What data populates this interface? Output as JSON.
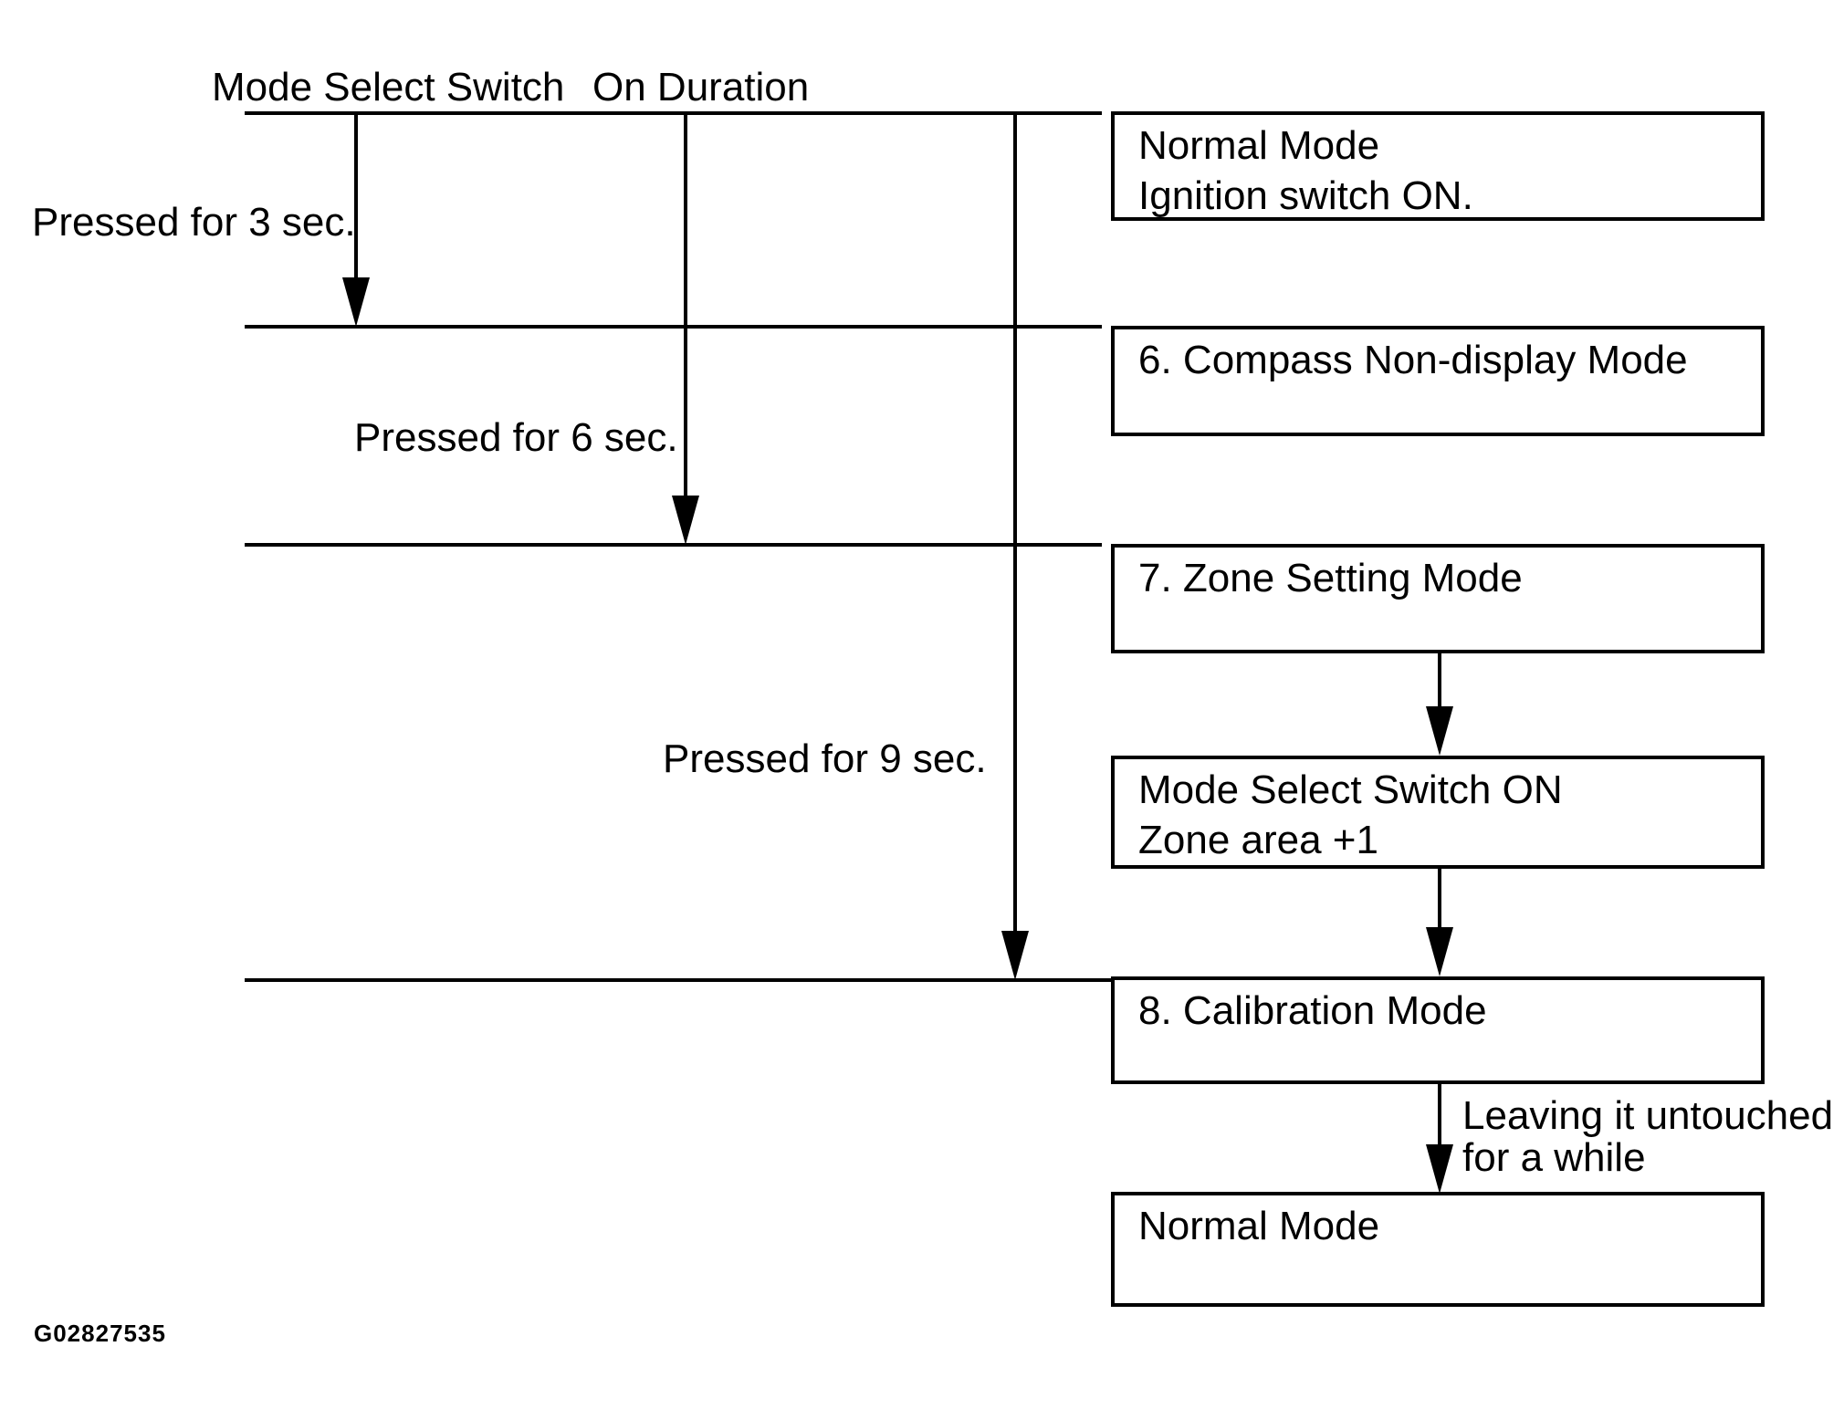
{
  "diagram": {
    "column_headers": [
      {
        "label": "Mode Select Switch"
      },
      {
        "label": "On Duration"
      }
    ],
    "duration_labels": [
      {
        "label": "Pressed for 3 sec."
      },
      {
        "label": "Pressed for 6 sec."
      },
      {
        "label": "Pressed for 9 sec."
      }
    ],
    "boxes": [
      {
        "name": "normal-mode-start",
        "lines": [
          "Normal Mode",
          "Ignition switch ON."
        ]
      },
      {
        "name": "compass-non-display-mode",
        "lines": [
          "6. Compass Non-display Mode"
        ]
      },
      {
        "name": "zone-setting-mode",
        "lines": [
          "7. Zone Setting Mode"
        ]
      },
      {
        "name": "mode-select-switch-on",
        "lines": [
          "Mode Select Switch ON",
          "Zone area +1"
        ]
      },
      {
        "name": "calibration-mode",
        "lines": [
          "8. Calibration Mode"
        ]
      },
      {
        "name": "normal-mode-end",
        "lines": [
          "Normal Mode"
        ]
      }
    ],
    "transition_label": {
      "line1": "Leaving it untouched",
      "line2": "for a while"
    },
    "figure_id": "G02827535",
    "colors": {
      "ink": "#000000",
      "background": "#ffffff"
    }
  }
}
